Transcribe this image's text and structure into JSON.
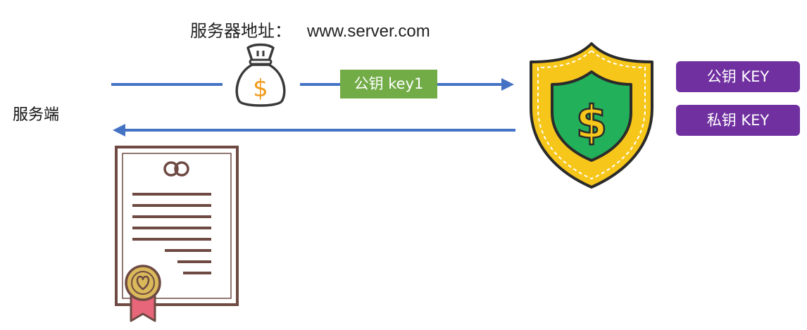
{
  "diagram": {
    "server_address_label": "服务器地址：",
    "server_address_value": "www.server.com",
    "server_label": "服务端",
    "request_key_label": "公钥 key1",
    "public_key_label": "公钥  KEY",
    "private_key_label": "私钥  KEY",
    "money_bag_symbol": "$",
    "shield_symbol": "$"
  },
  "icons": {
    "money_bag": "money-bag-icon",
    "shield": "shield-dollar-icon",
    "certificate": "certificate-icon"
  },
  "colors": {
    "arrow": "#4472c4",
    "green_tag": "#72ac47",
    "purple_button": "#7030a0",
    "shield_yellow": "#f7c61a",
    "shield_green": "#23b05a",
    "money_bag_dollar": "#f09a1a",
    "certificate_outline": "#6e4a43",
    "ribbon": "#e8667a"
  }
}
